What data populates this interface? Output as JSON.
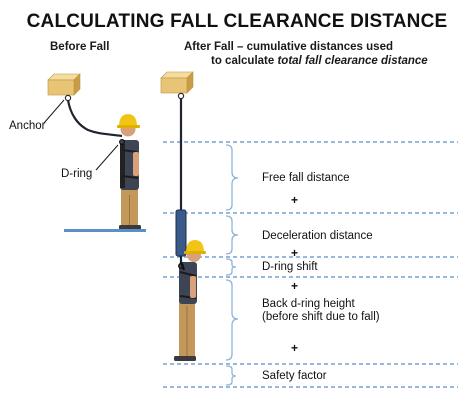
{
  "title": "CALCULATING FALL CLEARANCE DISTANCE",
  "before": {
    "heading": "Before Fall",
    "anchor_label": "Anchor",
    "dring_label": "D-ring"
  },
  "after": {
    "heading_line1": "After Fall – cumulative distances used",
    "heading_line2_prefix": "to calculate ",
    "heading_line2_emph": "total fall clearance distance"
  },
  "segments": [
    {
      "label": "Free fall distance"
    },
    {
      "label": "Deceleration distance"
    },
    {
      "label": "D-ring shift"
    },
    {
      "label": "Back d-ring height"
    },
    {
      "label": "(before shift due to fall)"
    },
    {
      "label": "Safety factor"
    }
  ],
  "plus_sign": "+",
  "colors": {
    "dashed_line": "#5b8fc9",
    "brace": "#8eb3d8",
    "beam": "#e8c477",
    "lanyard": "#3a5a8c",
    "hardhat": "#f2c418",
    "shirt": "#3d4555",
    "pants": "#c4985a",
    "skin": "#d9a07a",
    "harness": "#1c1c1c",
    "platform": "#5b8fc9"
  }
}
